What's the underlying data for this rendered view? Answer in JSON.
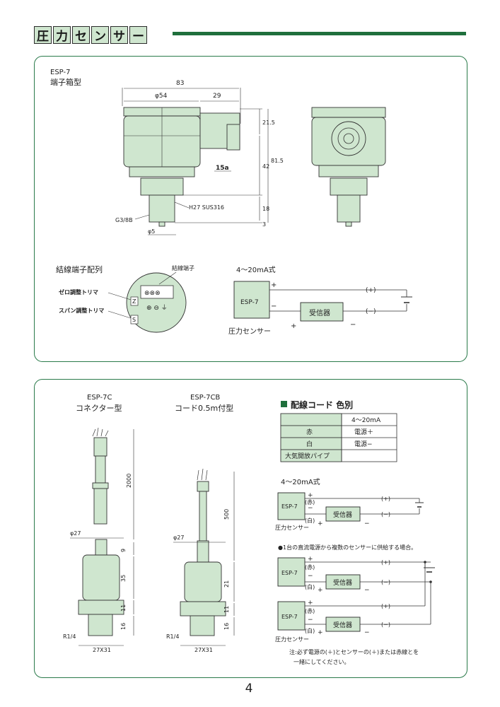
{
  "header": {
    "title_chars": [
      "圧",
      "力",
      "セ",
      "ン",
      "サ",
      "ー"
    ]
  },
  "top": {
    "model": "ESP-7",
    "type": "端子箱型",
    "dims": {
      "overall_width": "83",
      "phi54": "φ54",
      "w29": "29",
      "h21_5": "21.5",
      "h42": "42",
      "h81_5": "81.5",
      "h18": "18",
      "h3": "3",
      "wrench": "15a",
      "hex": "H27 SUS316",
      "thread": "G3/8B",
      "phi5": "φ5"
    },
    "terminal_section": {
      "title": "結線端子配列",
      "terminal_label": "結線端子",
      "zero_trim": "ゼロ調整トリマ",
      "span_trim": "スパン調整トリマ",
      "z": "Z",
      "s": "S",
      "symbols": "⊕ ⊖ ⏚"
    },
    "circuit": {
      "title": "4～20mA式",
      "device": "ESP-7",
      "receiver": "受信器",
      "plus": "+",
      "minus": "−",
      "plus_paren": "(+)",
      "minus_paren": "(−)",
      "sensor_label": "圧力センサー"
    }
  },
  "bottom": {
    "esp7c": {
      "model": "ESP-7C",
      "type": "コネクター型",
      "length": "2000",
      "phi27": "φ27",
      "d9": "9",
      "d35": "35",
      "d11": "11",
      "d16": "16",
      "thread": "R1/4",
      "hex": "27X31"
    },
    "esp7cb": {
      "model": "ESP-7CB",
      "type": "コード0.5m付型",
      "length": "500",
      "phi27": "φ27",
      "d21": "21",
      "d11": "11",
      "d16": "16",
      "thread": "R1/4",
      "hex": "27X31"
    },
    "color_table": {
      "title": "配線コード 色別",
      "header": "4～20mA",
      "rows": [
        {
          "label": "赤",
          "value": "電源＋"
        },
        {
          "label": "白",
          "value": "電源−"
        },
        {
          "label": "大気開放パイプ",
          "value": ""
        }
      ]
    },
    "circuit": {
      "title": "4～20mA式",
      "device": "ESP-7",
      "receiver": "受信器",
      "plus": "+",
      "minus": "−",
      "plus_paren": "(+)",
      "minus_paren": "(−)",
      "red": "(赤)",
      "white": "(白)",
      "sensor_label": "圧力センサー"
    },
    "multi": {
      "heading": "●1台の直流電源から複数のセンサーに供給する場合。",
      "note_line1": "注:必ず電源の(＋)とセンサーの(＋)または赤線とを",
      "note_line2": "一緒にしてください。"
    }
  },
  "page_number": "4"
}
